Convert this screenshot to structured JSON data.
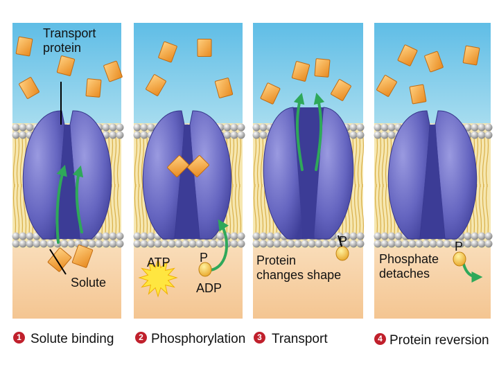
{
  "labels": {
    "transport_protein": "Transport\nprotein",
    "solute": "Solute",
    "atp": "ATP",
    "p_panel2": "P",
    "adp": "ADP",
    "p_panel3": "P",
    "protein_changes_shape": "Protein\nchanges shape",
    "phosphate_detaches": "Phosphate\ndetaches",
    "p_panel4": "P"
  },
  "steps": [
    {
      "number": "1",
      "label": "Solute binding"
    },
    {
      "number": "2",
      "label": "Phosphorylation"
    },
    {
      "number": "3",
      "label": "Transport"
    },
    {
      "number": "4",
      "label": "Protein reversion"
    }
  ],
  "colors": {
    "outside": "#6ec6e8",
    "inside": "#f7d2a8",
    "protein": "#6a6ac2",
    "protein_dark": "#3c3c96",
    "solute": "#f2a33a",
    "arrow": "#2fa85a",
    "phosphate": "#f2c23a",
    "atp_burst": "#ffe640",
    "badge": "#c0202c"
  }
}
